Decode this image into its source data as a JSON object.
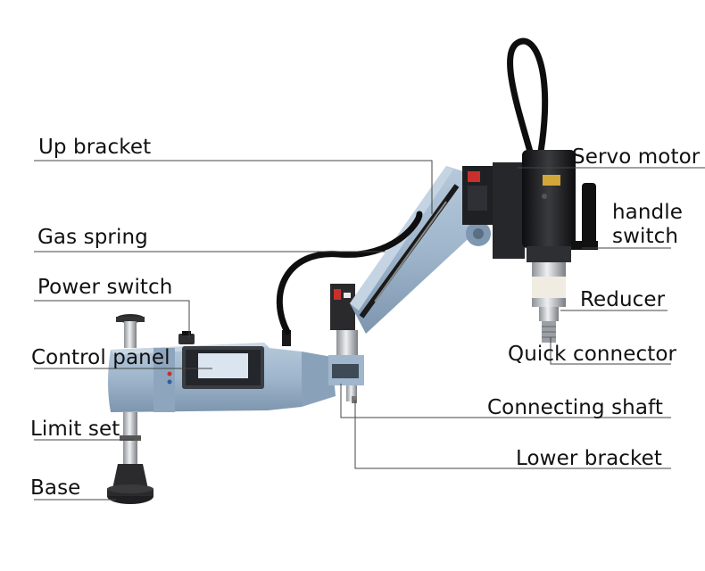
{
  "labels": {
    "up_bracket": "Up  bracket",
    "gas_spring": "Gas spring",
    "power_switch": "Power switch",
    "control_panel": "Control panel",
    "limit_set": "Limit set",
    "base": "Base",
    "servo_motor": "Servo motor",
    "handle_switch_line1": "handle",
    "handle_switch_line2": "switch",
    "reducer": "Reducer",
    "quick_connector": "Quick connector",
    "connecting_shaft": "Connecting shaft",
    "lower_bracket": "Lower bracket"
  },
  "colors": {
    "arm_blue": "#9fb6cc",
    "arm_blue_dark": "#7f98b1",
    "metal": "#c9ccd0",
    "motor_black": "#1c1c1e",
    "leader_line": "#444444"
  }
}
